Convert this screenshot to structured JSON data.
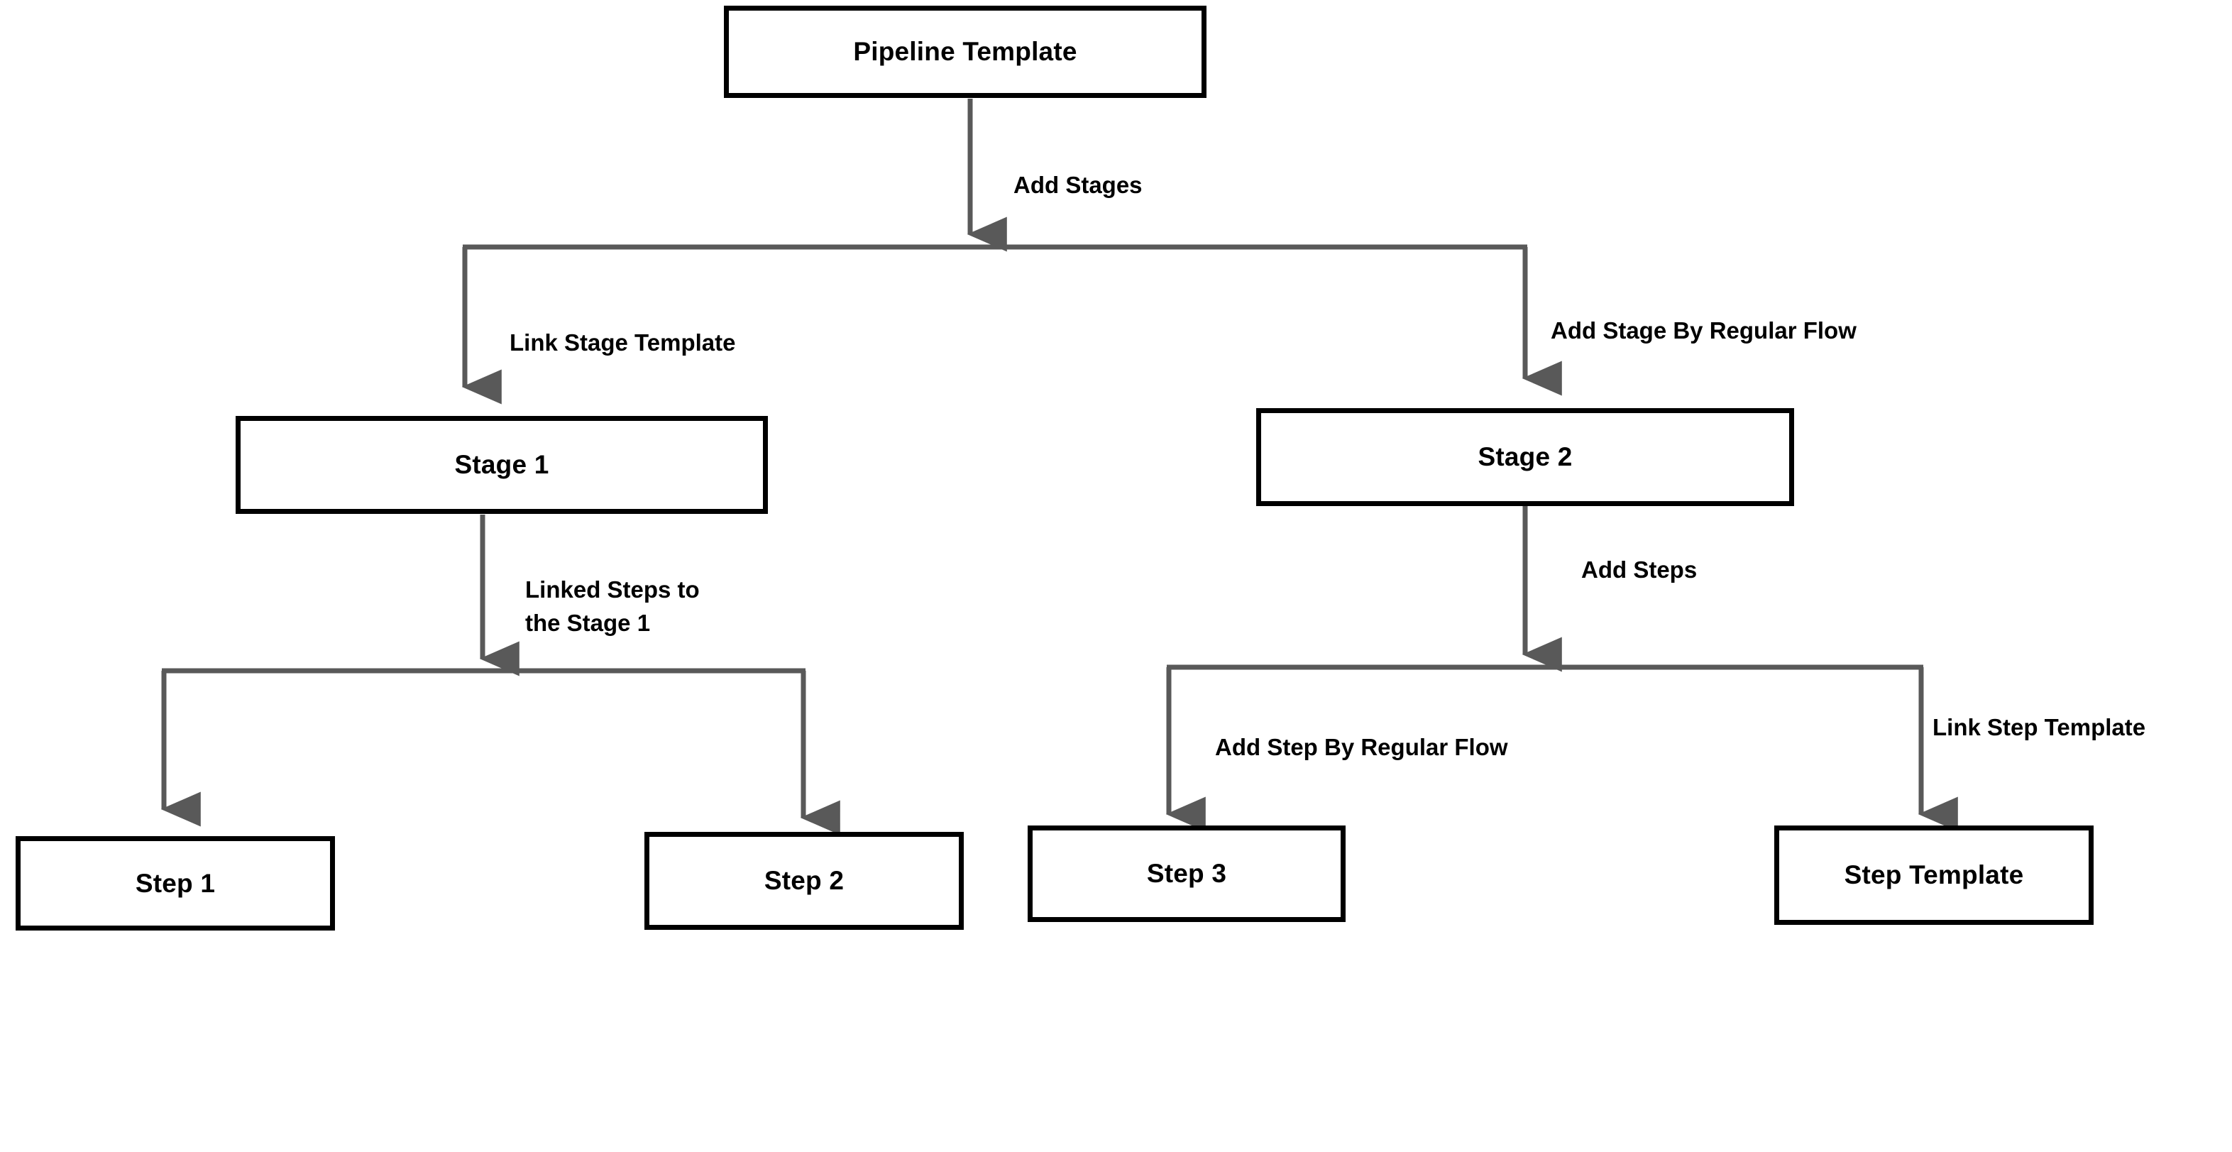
{
  "diagram": {
    "type": "flowchart",
    "title": "Pipeline Template composition flow",
    "background_color": "#ffffff",
    "node_border_color": "#000000",
    "connector_color": "#595959",
    "text_color": "#000000",
    "nodes": [
      {
        "id": "pipeline-template",
        "label": "Pipeline Template"
      },
      {
        "id": "stage-1",
        "label": "Stage 1"
      },
      {
        "id": "stage-2",
        "label": "Stage 2"
      },
      {
        "id": "step-1",
        "label": "Step 1"
      },
      {
        "id": "step-2",
        "label": "Step 2"
      },
      {
        "id": "step-3",
        "label": "Step 3"
      },
      {
        "id": "step-template",
        "label": "Step Template"
      }
    ],
    "edge_labels": [
      {
        "id": "add-stages",
        "text": "Add Stages"
      },
      {
        "id": "link-stage-template",
        "text": "Link Stage Template"
      },
      {
        "id": "add-stage-by-regular-flow",
        "text": "Add Stage By Regular Flow"
      },
      {
        "id": "linked-steps-to-the-stage-1-line1",
        "text": "Linked Steps to"
      },
      {
        "id": "linked-steps-to-the-stage-1-line2",
        "text": "the Stage 1"
      },
      {
        "id": "add-steps",
        "text": "Add Steps"
      },
      {
        "id": "add-step-by-regular-flow",
        "text": "Add Step By Regular Flow"
      },
      {
        "id": "link-step-template",
        "text": "Link Step Template"
      }
    ],
    "edges": [
      {
        "from": "pipeline-template",
        "to": "stage-1",
        "label": "Add Stages / Link Stage Template"
      },
      {
        "from": "pipeline-template",
        "to": "stage-2",
        "label": "Add Stages / Add Stage By Regular Flow"
      },
      {
        "from": "stage-1",
        "to": "step-1",
        "label": "Linked Steps to the Stage 1"
      },
      {
        "from": "stage-1",
        "to": "step-2",
        "label": "Linked Steps to the Stage 1"
      },
      {
        "from": "stage-2",
        "to": "step-3",
        "label": "Add Steps / Add Step By Regular Flow"
      },
      {
        "from": "stage-2",
        "to": "step-template",
        "label": "Add Steps / Link Step Template"
      }
    ]
  }
}
